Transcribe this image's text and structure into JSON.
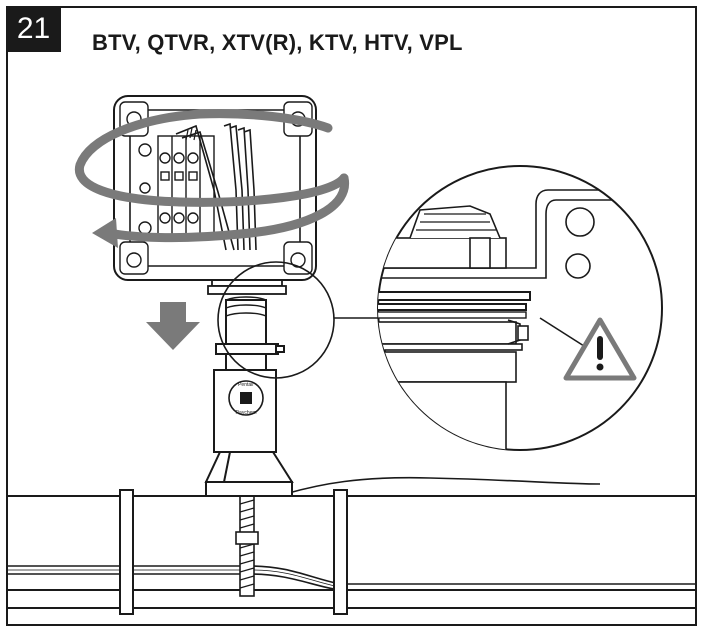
{
  "step": {
    "number": "21",
    "title": "BTV, QTVR, XTV(R), KTV, HTV, VPL"
  },
  "gland_label": {
    "line1": "Pentair",
    "line2": "Raychem"
  },
  "icons": {
    "rotation": "double-rotation-arrow-icon",
    "push_down": "down-arrow-icon",
    "warning": "warning-triangle-icon"
  },
  "colors": {
    "ink": "#1a1a1a",
    "arrow_grey": "#7a7a7a",
    "badge_bg": "#1a1a1a",
    "badge_text": "#ffffff",
    "warning_fill": "#ffffff"
  }
}
